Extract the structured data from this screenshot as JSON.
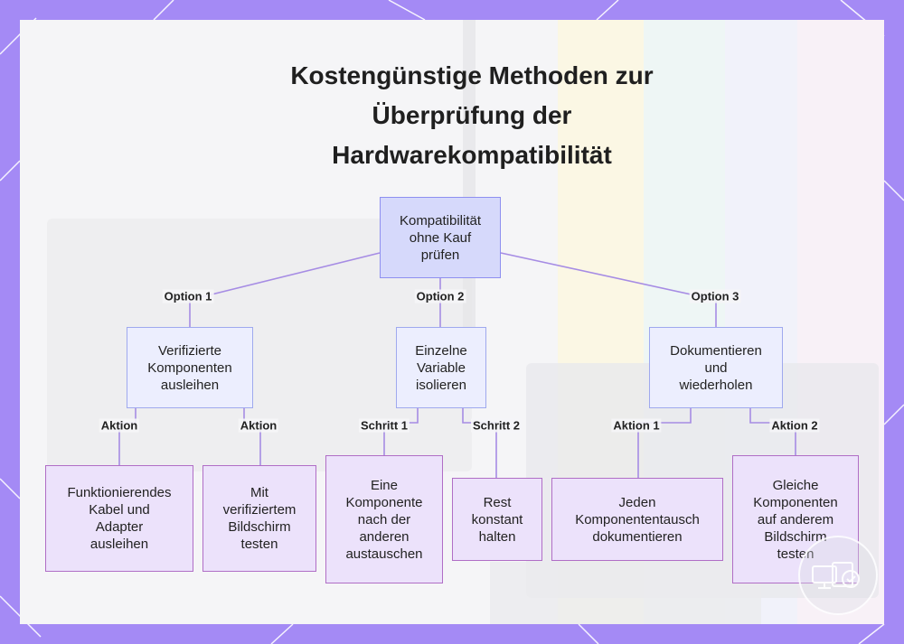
{
  "title": "Kostengünstige Methoden zur Überprüfung der Hardwarekompatibilität",
  "colors": {
    "frame": "#a48af5",
    "root_fill": "#d6d9fb",
    "root_border": "#8e8ff0",
    "mid_fill": "#eceefe",
    "mid_border": "#9fa9ee",
    "leaf_fill": "#ece2fb",
    "leaf_border": "#b06ec6",
    "edge": "#a68ce4"
  },
  "nodes": {
    "root": "Kompatibilität\nohne Kauf\nprüfen",
    "opt1": "Verifizierte\nKomponenten\nausleihen",
    "opt2": "Einzelne\nVariable\nisolieren",
    "opt3": "Dokumentieren\nund\nwiederholen",
    "leaf1": "Funktionierendes\nKabel und\nAdapter\nausleihen",
    "leaf2": "Mit\nverifiziertem\nBildschirm\ntesten",
    "leaf3": "Eine\nKomponente\nnach der\nanderen\naustauschen",
    "leaf4": "Rest\nkonstant\nhalten",
    "leaf5": "Jeden\nKomponententausch\ndokumentieren",
    "leaf6": "Gleiche\nKomponenten\nauf anderem\nBildschirm\ntesten"
  },
  "edge_labels": {
    "root_opt1": "Option 1",
    "root_opt2": "Option 2",
    "root_opt3": "Option 3",
    "opt1_leaf1": "Aktion",
    "opt1_leaf2": "Aktion",
    "opt2_leaf3": "Schritt 1",
    "opt2_leaf4": "Schritt 2",
    "opt3_leaf5": "Aktion 1",
    "opt3_leaf6": "Aktion 2"
  },
  "logo_icon": "computer-check-icon"
}
